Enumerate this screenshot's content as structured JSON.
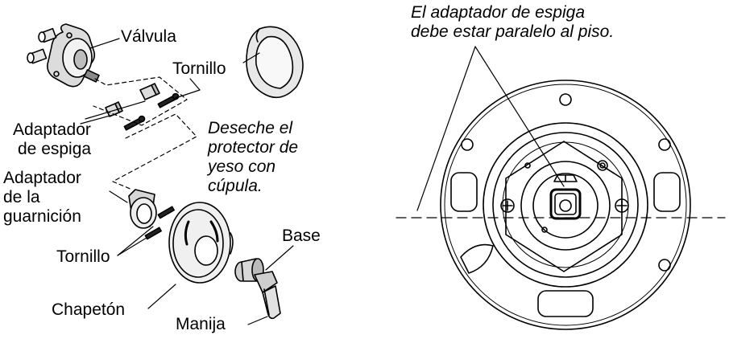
{
  "labels": {
    "valve": "Válvula",
    "screw_top": "Tornillo",
    "spigot_adapter": [
      "Adaptador",
      "de espiga"
    ],
    "discard_note": [
      "Deseche el",
      "protector de",
      "yeso con",
      "cúpula."
    ],
    "trim_adapter": [
      "Adaptador",
      "de la",
      "guarnición"
    ],
    "screw_bottom": "Tornillo",
    "base": "Base",
    "escutcheon": "Chapetón",
    "handle": "Manija"
  },
  "right_note": [
    "El adaptador de espiga",
    "debe estar paralelo al piso."
  ],
  "colors": {
    "line": "#000000",
    "background": "#ffffff"
  }
}
